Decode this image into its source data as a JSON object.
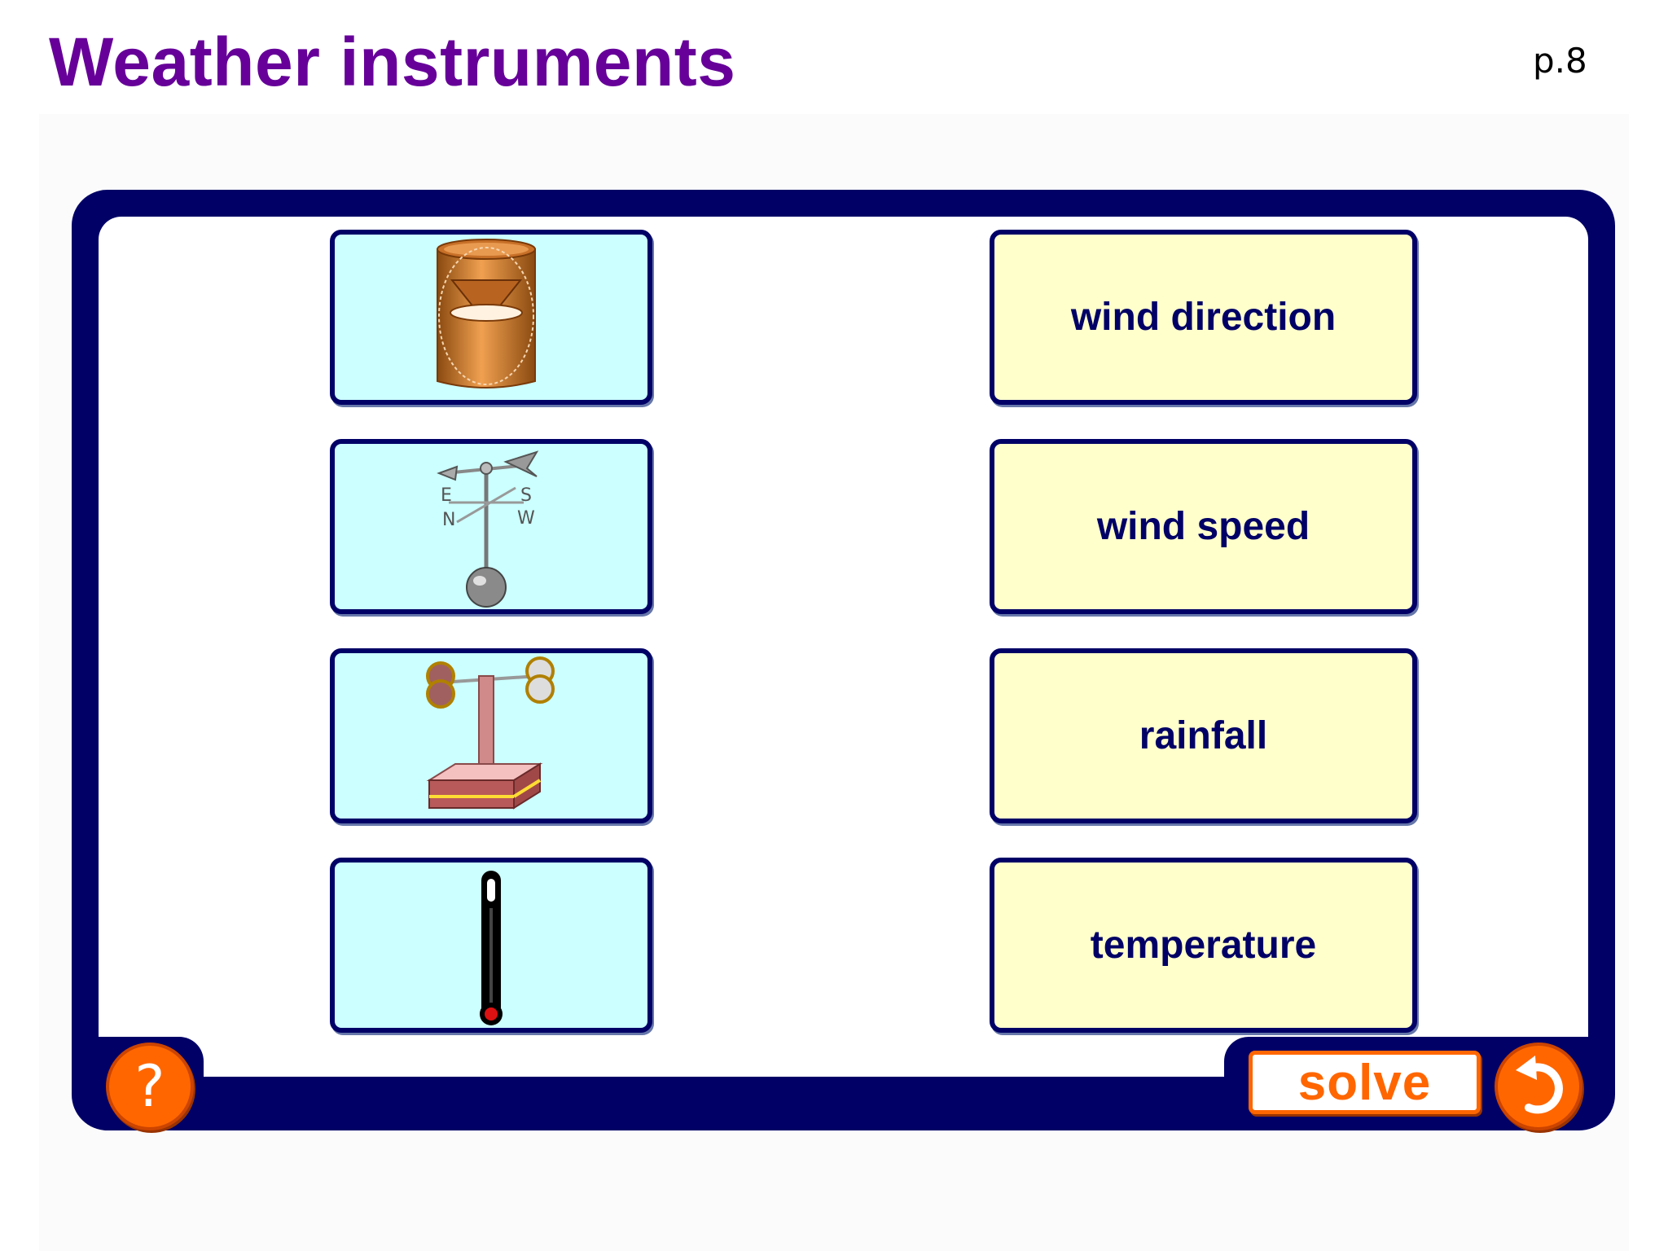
{
  "title": "Weather instruments",
  "page_number": "p.8",
  "instrument_cards": [
    {
      "icon": "rain-gauge-icon"
    },
    {
      "icon": "weather-vane-icon"
    },
    {
      "icon": "anemometer-icon"
    },
    {
      "icon": "thermometer-icon"
    }
  ],
  "labels": [
    "wind direction",
    "wind speed",
    "rainfall",
    "temperature"
  ],
  "buttons": {
    "help": "?",
    "solve": "solve",
    "reset_icon": "undo-arrow-icon"
  },
  "colors": {
    "title": "#660099",
    "frame": "#000066",
    "picture_card": "#ccffff",
    "label_card": "#ffffcc",
    "accent": "#ff6600"
  }
}
